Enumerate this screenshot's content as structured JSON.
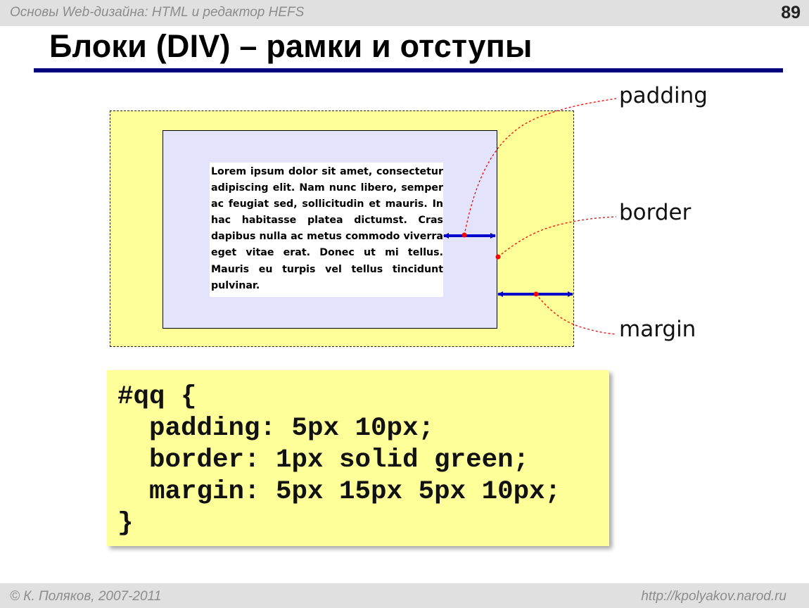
{
  "header": {
    "course_title": "Основы Web-дизайна: HTML и редактор HEFS",
    "page_number": "89"
  },
  "slide": {
    "title": "Блоки (DIV) – рамки и отступы"
  },
  "diagram": {
    "lorem_text": "Lorem ipsum dolor sit amet, consectetur adipiscing elit. Nam nunc libero, semper ac feugiat sed, sollicitudin et mauris. In hac habitasse platea dictumst. Cras dapibus nulla ac metus commodo viverra eget vitae erat. Donec ut mi tellus. Mauris eu turpis vel tellus tincidunt pulvinar.",
    "labels": {
      "padding": "padding",
      "border": "border",
      "margin": "margin"
    },
    "colors": {
      "margin_area": "#ffff99",
      "border_area": "#e3e3fb",
      "content_area": "#ffffff",
      "arrow": "#0000cc",
      "leader_line": "#ff0000"
    }
  },
  "code": {
    "lines": [
      "#qq {",
      "  padding: 5px 10px;",
      "  border: 1px solid green;",
      "  margin: 5px 15px 5px 10px;",
      "}"
    ],
    "background": "#ffff99"
  },
  "footer": {
    "left": "© К. Поляков, 2007-2011",
    "right": "http://kpolyakov.narod.ru"
  }
}
